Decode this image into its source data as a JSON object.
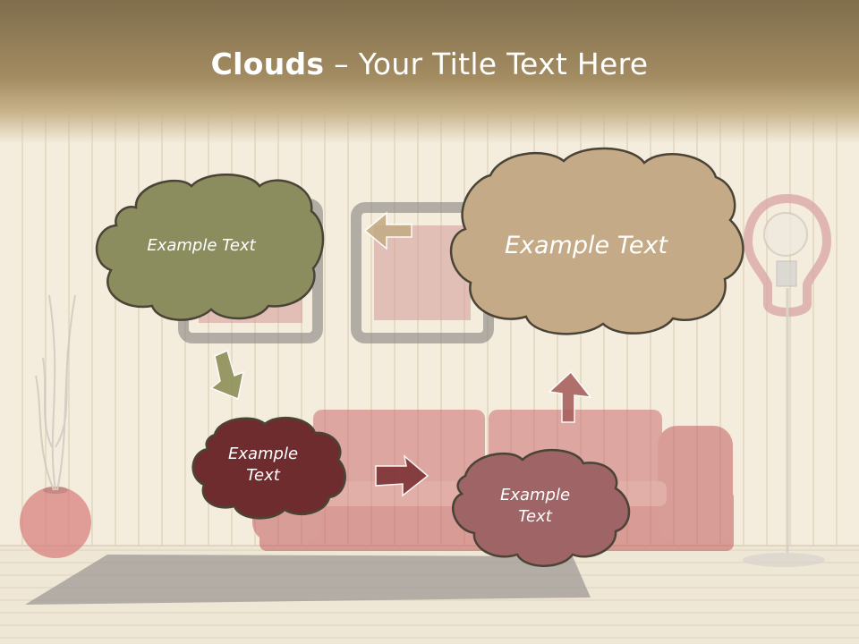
{
  "slide": {
    "title_strong": "Clouds",
    "title_dash": " – ",
    "title_rest": "Your Title Text Here"
  },
  "clouds": [
    {
      "id": "olive",
      "text": "Example Text",
      "color": "#8b8d5f"
    },
    {
      "id": "tan",
      "text": "Example Text",
      "color": "#c4aa86"
    },
    {
      "id": "maroon",
      "line1": "Example",
      "line2": "Text",
      "color": "#6e2c2e"
    },
    {
      "id": "rose",
      "line1": "Example",
      "line2": "Text",
      "color": "#9e6466"
    }
  ],
  "arrows": [
    {
      "id": "arrow-left",
      "color": "#c4ad86"
    },
    {
      "id": "arrow-down",
      "color": "#8d8f5a"
    },
    {
      "id": "arrow-right",
      "color": "#7d3236"
    },
    {
      "id": "arrow-up",
      "color": "#a8625f"
    }
  ]
}
